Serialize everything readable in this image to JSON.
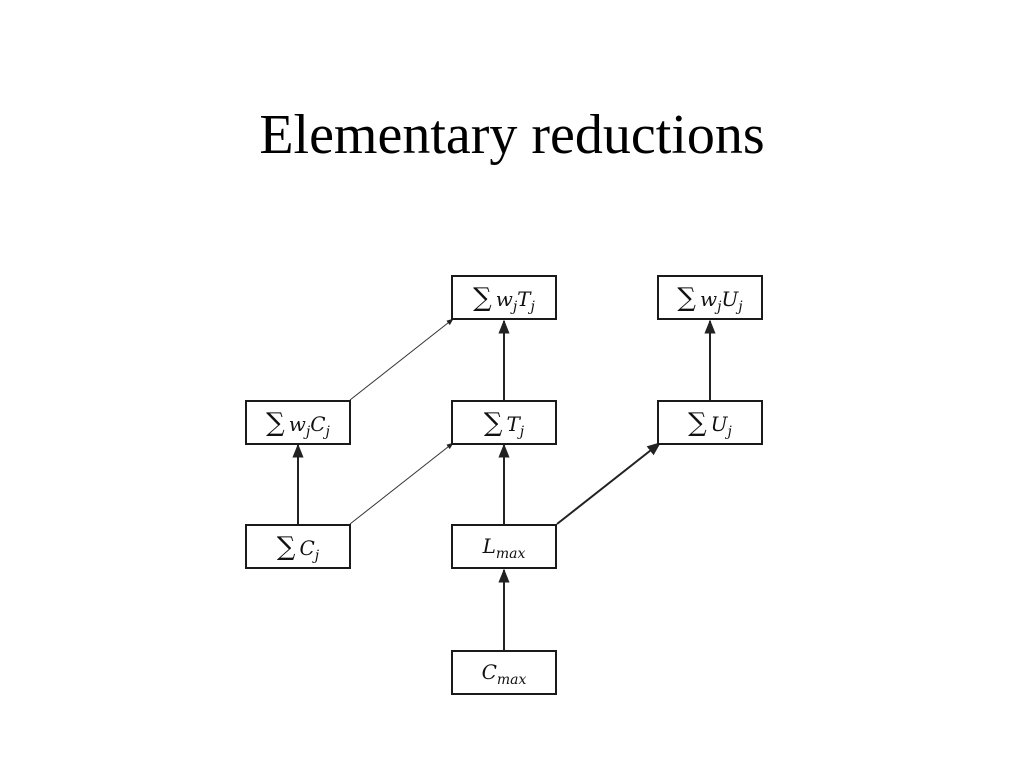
{
  "title": "Elementary reductions",
  "nodes": {
    "wjTj": {
      "sum": "∑",
      "var": "w",
      "var_sub": "j",
      "var2": "T",
      "var2_sub": "j"
    },
    "wjUj": {
      "sum": "∑",
      "var": "w",
      "var_sub": "j",
      "var2": "U",
      "var2_sub": "j"
    },
    "wjCj": {
      "sum": "∑",
      "var": "w",
      "var_sub": "j",
      "var2": "C",
      "var2_sub": "j"
    },
    "Tj": {
      "sum": "∑",
      "var": "T",
      "var_sub": "j"
    },
    "Uj": {
      "sum": "∑",
      "var": "U",
      "var_sub": "j"
    },
    "Cj": {
      "sum": "∑",
      "var": "C",
      "var_sub": "j"
    },
    "Lmax": {
      "var": "L",
      "var_sub": "max"
    },
    "Cmax": {
      "var": "C",
      "var_sub": "max"
    }
  },
  "edges": [
    {
      "from": "Cmax",
      "to": "Lmax"
    },
    {
      "from": "Lmax",
      "to": "Tj"
    },
    {
      "from": "Lmax",
      "to": "Uj"
    },
    {
      "from": "Tj",
      "to": "wjTj"
    },
    {
      "from": "Uj",
      "to": "wjUj"
    },
    {
      "from": "Cj",
      "to": "wjCj"
    },
    {
      "from": "Cj",
      "to": "Tj"
    },
    {
      "from": "wjCj",
      "to": "wjTj"
    }
  ]
}
